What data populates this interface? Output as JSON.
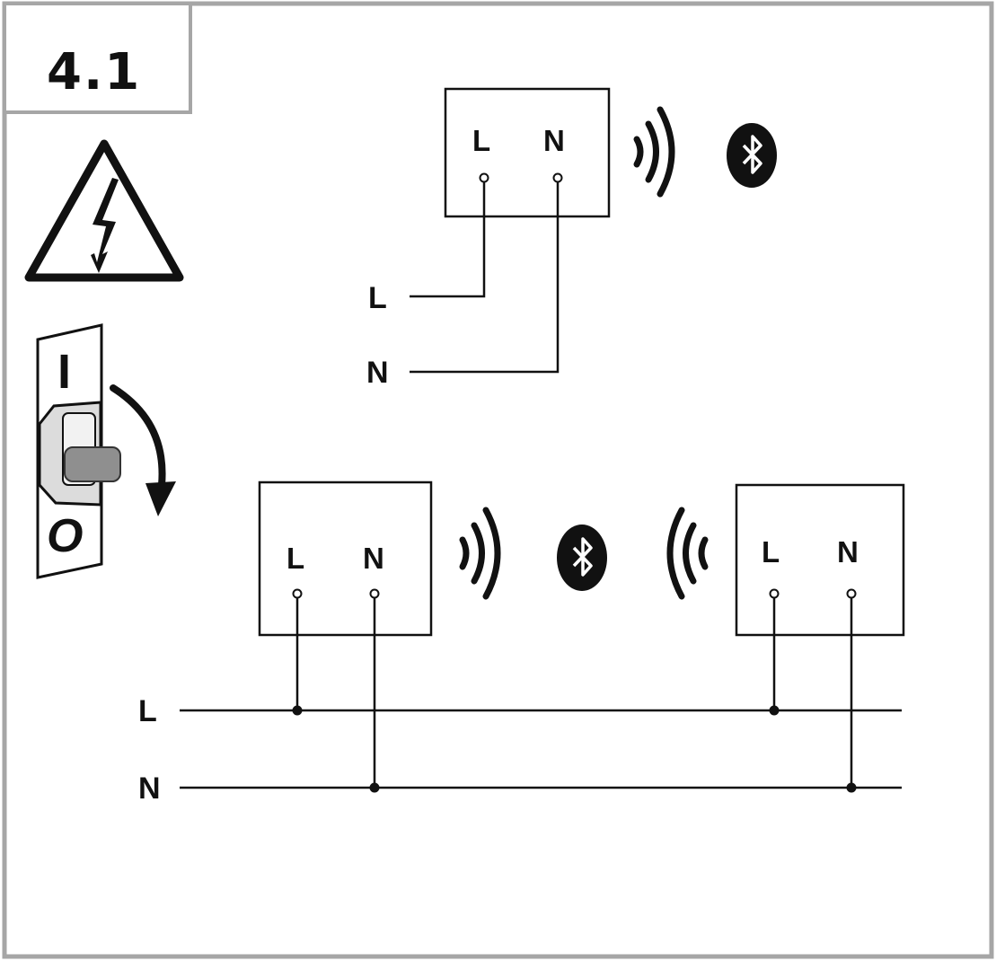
{
  "step_number": "4.1",
  "icons": {
    "warning": "high-voltage-warning-icon",
    "breaker": "circuit-breaker-switch-icon",
    "bluetooth": "bluetooth-icon",
    "wireless": "wireless-signal-icon"
  },
  "breaker": {
    "on_label": "I",
    "off_label": "O"
  },
  "top_module": {
    "terminal_l": "L",
    "terminal_n": "N"
  },
  "top_wires": {
    "line_label": "L",
    "neutral_label": "N"
  },
  "bottom_left_module": {
    "terminal_l": "L",
    "terminal_n": "N"
  },
  "bottom_right_module": {
    "terminal_l": "L",
    "terminal_n": "N"
  },
  "bus": {
    "line_label": "L",
    "neutral_label": "N"
  },
  "colors": {
    "ink": "#111111",
    "frame": "#a6a6a6",
    "switch_body": "#8f8f8f"
  }
}
